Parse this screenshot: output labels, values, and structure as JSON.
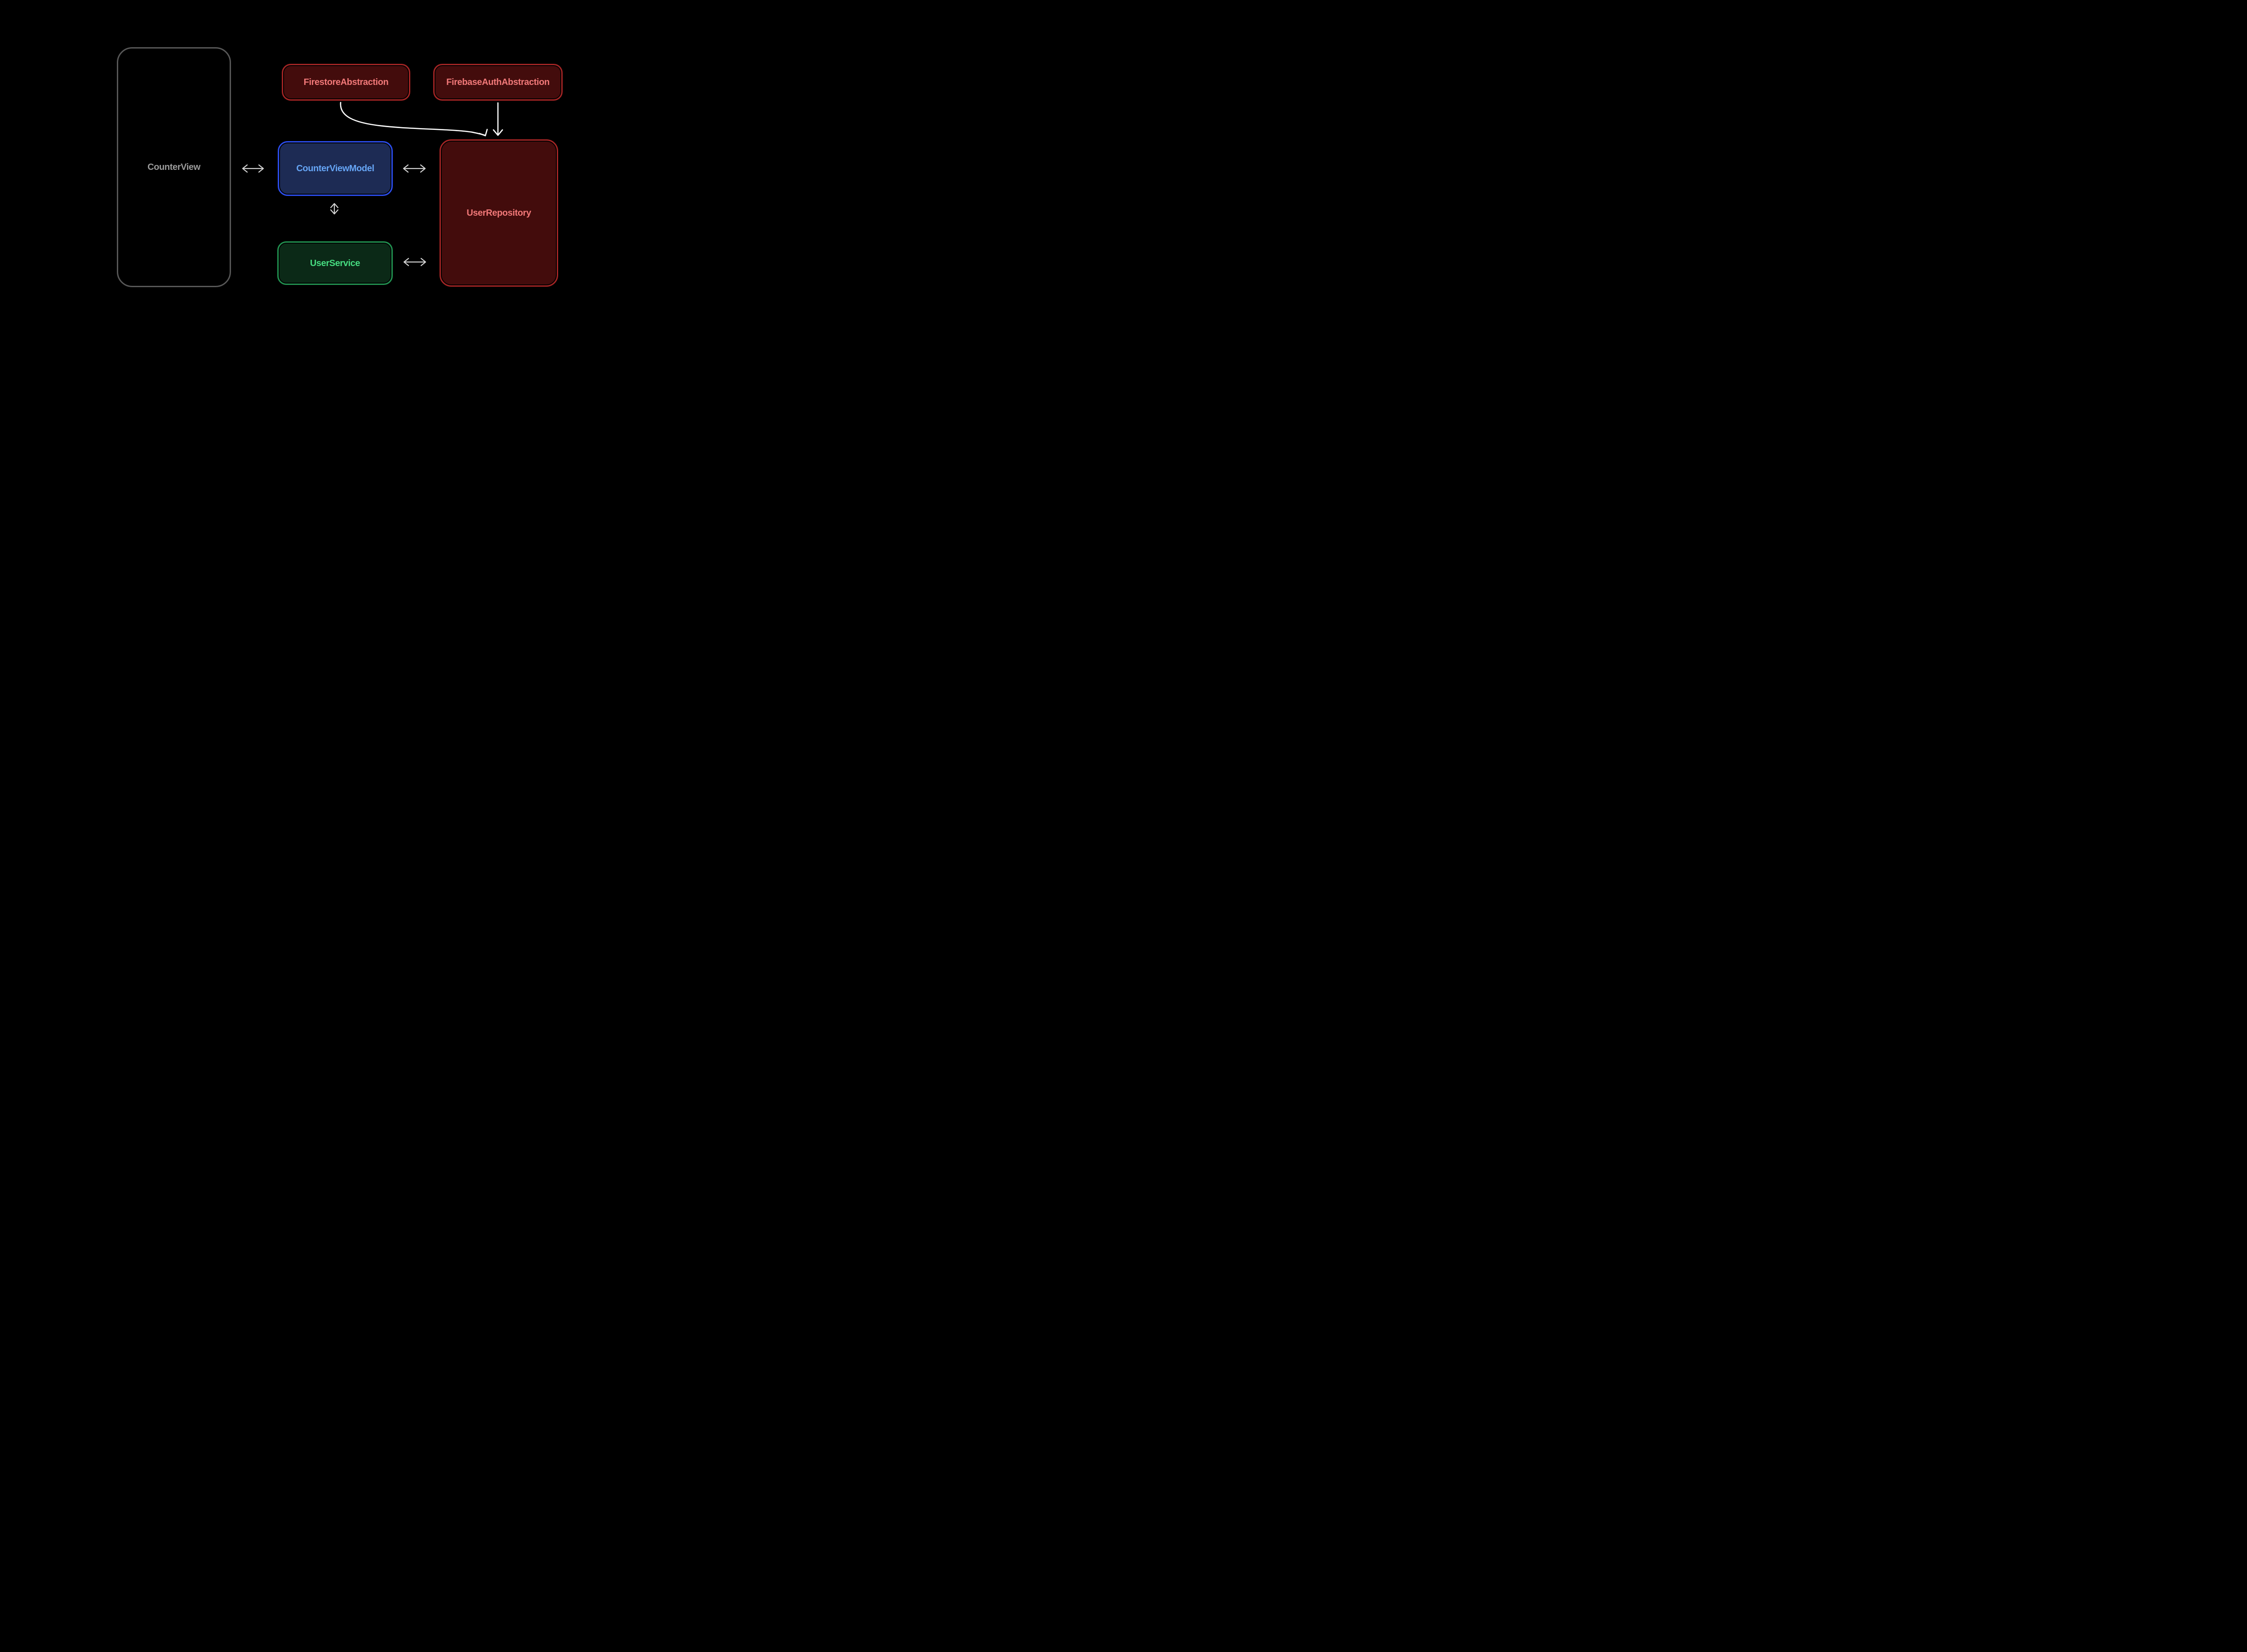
{
  "diagram": {
    "background_color": "#000000",
    "nodes": [
      {
        "id": "counter-view",
        "label": "CounterView",
        "text_color": "#9a9a9a",
        "border_color": "#575757",
        "fill_color": "#000000"
      },
      {
        "id": "firestore-abstraction",
        "label": "FirestoreAbstraction",
        "text_color": "#f17878",
        "border_color": "#a32424",
        "fill_color": "#430c0c"
      },
      {
        "id": "firebase-auth-abstraction",
        "label": "FirebaseAuthAbstraction",
        "text_color": "#f17878",
        "border_color": "#a32424",
        "fill_color": "#430c0c"
      },
      {
        "id": "counter-view-model",
        "label": "CounterViewModel",
        "text_color": "#66a5f5",
        "border_color": "#2b4ded",
        "fill_color": "#1d2b54"
      },
      {
        "id": "user-service",
        "label": "UserService",
        "text_color": "#46db80",
        "border_color": "#219150",
        "fill_color": "#0b2917"
      },
      {
        "id": "user-repository",
        "label": "UserRepository",
        "text_color": "#f17878",
        "border_color": "#a32424",
        "fill_color": "#430c0c"
      }
    ],
    "edges": [
      {
        "from": "counter-view",
        "to": "counter-view-model",
        "direction": "bidirectional",
        "style": "straight",
        "color": "#d4d4d4"
      },
      {
        "from": "counter-view-model",
        "to": "user-repository",
        "direction": "bidirectional",
        "style": "straight",
        "color": "#d4d4d4"
      },
      {
        "from": "counter-view-model",
        "to": "user-service",
        "direction": "bidirectional",
        "style": "straight",
        "color": "#d4d4d4"
      },
      {
        "from": "user-service",
        "to": "user-repository",
        "direction": "bidirectional",
        "style": "straight",
        "color": "#d4d4d4"
      },
      {
        "from": "firestore-abstraction",
        "to": "user-repository",
        "direction": "one-way",
        "style": "curved",
        "color": "#fafafa"
      },
      {
        "from": "firebase-auth-abstraction",
        "to": "user-repository",
        "direction": "one-way",
        "style": "straight",
        "color": "#fafafa"
      }
    ]
  }
}
